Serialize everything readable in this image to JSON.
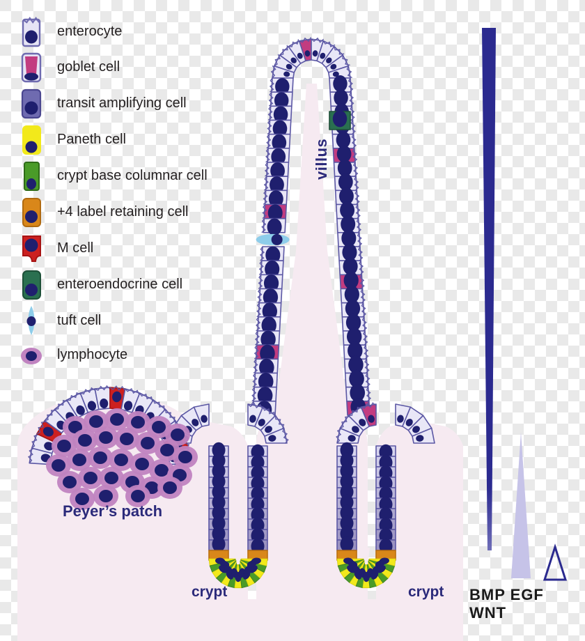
{
  "legend": {
    "items": [
      {
        "label": "enterocyte",
        "icon": "enterocyte-icon",
        "fill": "#e6e4f5",
        "stroke": "#6f6bb0",
        "nucleus": "#1f1f6e"
      },
      {
        "label": "goblet cell",
        "icon": "goblet-cell-icon",
        "fill": "#c23c80",
        "stroke": "#6f6bb0",
        "nucleus": "#1f1f6e"
      },
      {
        "label": "transit amplifying cell",
        "icon": "transit-amplifying-cell-icon",
        "fill": "#6f6bb0",
        "stroke": "#4b4790",
        "nucleus": "#1f1f6e"
      },
      {
        "label": "Paneth cell",
        "icon": "paneth-cell-icon",
        "fill": "#f2e91b",
        "stroke": "#f2e91b",
        "nucleus": "#1f1f6e"
      },
      {
        "label": "crypt base columnar cell",
        "icon": "crypt-base-columnar-cell-icon",
        "fill": "#4a9b28",
        "stroke": "#2f6b18",
        "nucleus": "#1f1f6e"
      },
      {
        "label": "+4 label retaining cell",
        "icon": "label-retaining-cell-icon",
        "fill": "#d9871a",
        "stroke": "#b06a10",
        "nucleus": "#1f1f6e"
      },
      {
        "label": "M cell",
        "icon": "m-cell-icon",
        "fill": "#cc2020",
        "stroke": "#a81414",
        "nucleus": "#1f1f6e"
      },
      {
        "label": "enteroendocrine cell",
        "icon": "enteroendocrine-cell-icon",
        "fill": "#2a7050",
        "stroke": "#1d5038",
        "nucleus": "#1f1f6e"
      },
      {
        "label": "tuft cell",
        "icon": "tuft-cell-icon",
        "fill": "#8ecdea",
        "stroke": "#8ecdea",
        "nucleus": "#1f1f6e"
      },
      {
        "label": "lymphocyte",
        "icon": "lymphocyte-icon",
        "fill": "#c083c0",
        "stroke": "#c083c0",
        "nucleus": "#1f1f6e"
      }
    ]
  },
  "diagram": {
    "villus_label": "villus",
    "peyers_patch_label": "Peyer’s patch",
    "crypt_left_label": "crypt",
    "crypt_right_label": "crypt",
    "lamina_propria_color": "#f6eaf1",
    "label_color": "#2b2a7a"
  },
  "gradients": {
    "axis_label": "BMP EGF WNT",
    "items": [
      {
        "name": "BMP",
        "style": "filled",
        "color": "#2b2a8f",
        "orientation": "wide-top"
      },
      {
        "name": "EGF",
        "style": "filled",
        "color": "#c6c3e8",
        "orientation": "wide-bottom"
      },
      {
        "name": "WNT",
        "style": "outline",
        "color": "#2b2a8f",
        "orientation": "wide-bottom"
      }
    ]
  }
}
